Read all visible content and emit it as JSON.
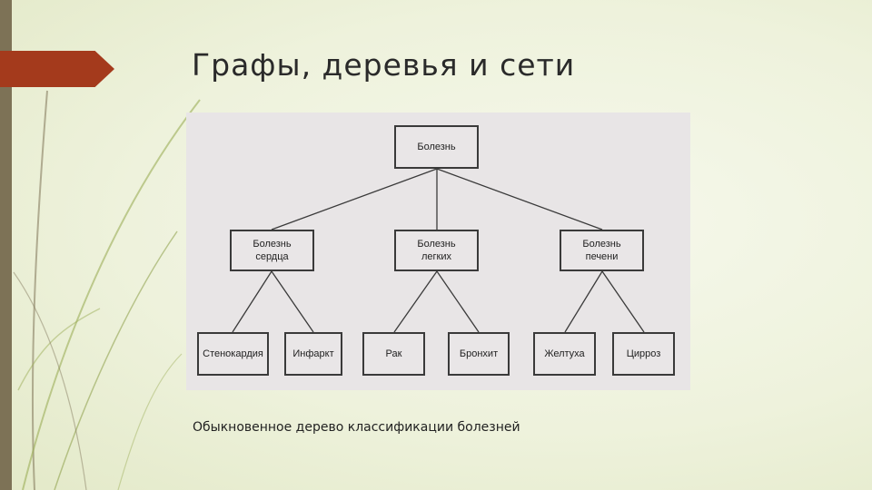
{
  "title": "Графы, деревья и сети",
  "caption": "Обыкновенное дерево классификации болезней",
  "colors": {
    "accent": "#a43a1c",
    "left_bar": "#7d7256",
    "background": "#eef2dc",
    "panel": "#e8e5e6",
    "deco_leaf": "#9bae57"
  },
  "tree": {
    "root": {
      "line1": "Болезнь"
    },
    "heart": {
      "line1": "Болезнь",
      "line2": "сердца"
    },
    "lungs": {
      "line1": "Болезнь",
      "line2": "легких"
    },
    "liver": {
      "line1": "Болезнь",
      "line2": "печени"
    },
    "leaves": {
      "stenocardia": "Стенокардия",
      "infarct": "Инфаркт",
      "cancer": "Рак",
      "bronchitis": "Бронхит",
      "jaundice": "Желтуха",
      "cirrhosis": "Цирроз"
    }
  }
}
